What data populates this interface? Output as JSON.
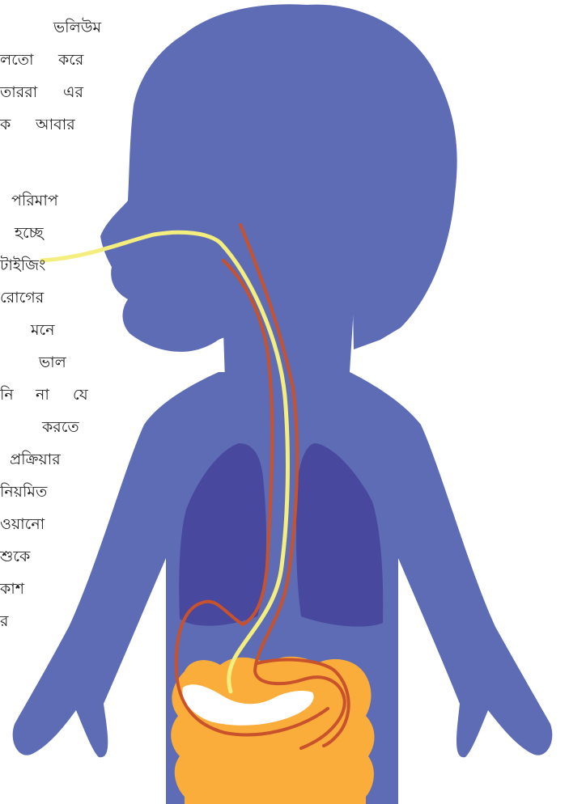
{
  "colors": {
    "background": "#ffffff",
    "body": "#5e6cb5",
    "lungs": "#47489e",
    "intestines": "#fbad3c",
    "stomach": "#ffffff",
    "feeding_tube": "#f3ee7e",
    "esophagus_outline": "#c8522c",
    "text": "#222222"
  },
  "icons": [
    "child-silhouette-icon",
    "lungs-icon",
    "stomach-icon",
    "intestines-icon",
    "feeding-tube-icon"
  ],
  "text_lines": [
    {
      "words": [
        "ভলিউম"
      ]
    },
    {
      "words": [
        "লতো",
        "করে"
      ]
    },
    {
      "words": [
        "তাররা",
        "এর"
      ]
    },
    {
      "words": [
        "ক",
        "আবার"
      ]
    },
    {
      "words": [
        "পরিমাপ"
      ]
    },
    {
      "words": [
        "হচ্ছে"
      ]
    },
    {
      "words": [
        "টাইজিং"
      ]
    },
    {
      "words": [
        "রোগের"
      ]
    },
    {
      "words": [
        "মনে"
      ]
    },
    {
      "words": [
        "ভাল"
      ]
    },
    {
      "words": [
        "নি",
        "না",
        "যে"
      ]
    },
    {
      "words": [
        "করতে"
      ]
    },
    {
      "words": [
        "প্রক্রিয়ার"
      ]
    },
    {
      "words": [
        "নিয়মিত"
      ]
    },
    {
      "words": [
        "ওয়ানো"
      ]
    },
    {
      "words": [
        "শুকে"
      ]
    },
    {
      "words": [
        "কাশ"
      ]
    },
    {
      "words": [
        "র"
      ]
    }
  ]
}
